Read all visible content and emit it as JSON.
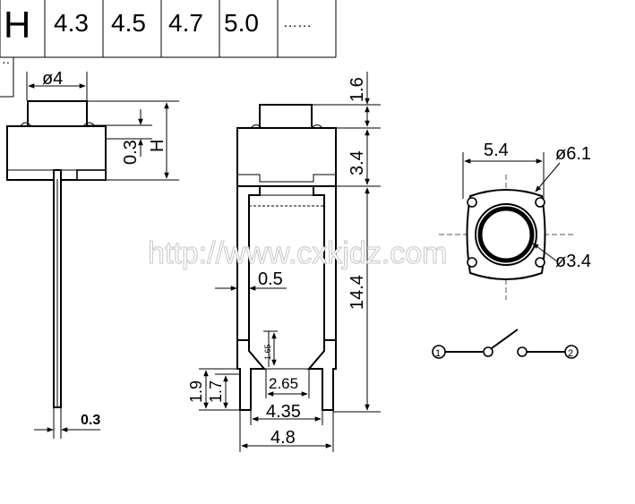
{
  "header_table": {
    "label": "H",
    "values": [
      "4.3",
      "4.5",
      "4.7",
      "5.0",
      "……"
    ],
    "continuation": "··"
  },
  "side_view": {
    "dia_label": "ø4",
    "small_dim": "0.3",
    "height_label": "H",
    "lead_dim": "0.3"
  },
  "front_view": {
    "dim_top": "1.6",
    "dim_body": "3.4",
    "dim_pin_length": "14.4",
    "dim_pin_width": "0.5",
    "dim_1_65": "1.65",
    "dim_1_9": "1.9",
    "dim_1_7": "1.7",
    "dim_2_65": "2.65",
    "dim_4_35": "4.35",
    "dim_4_8": "4.8"
  },
  "top_view": {
    "dim_width": "5.4",
    "dim_outer": "ø6.1",
    "dim_inner": "ø3.4"
  },
  "schematic": {
    "pin1": "1",
    "pin2": "2"
  },
  "watermark": "http://www.cxkjdz.com"
}
